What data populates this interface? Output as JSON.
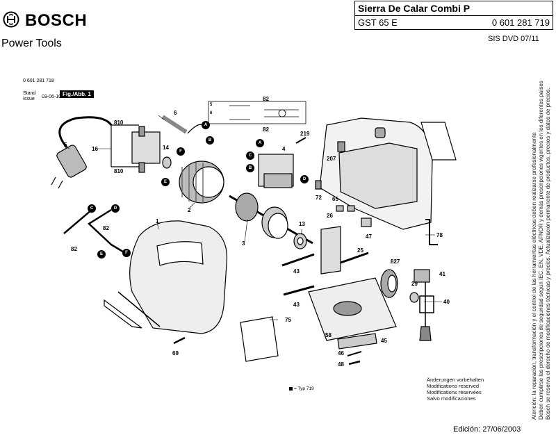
{
  "header": {
    "brand": "BOSCH",
    "brand_subtitle": "Power Tools",
    "title": "Sierra De Calar Combi P",
    "model": "GST 65 E",
    "part_number": "0 601 281 719",
    "doc_ref": "SIS DVD 07/11"
  },
  "figure": {
    "part_number_small": "0 601 281 718",
    "stand_label_1": "Stand",
    "stand_label_2": "Issue",
    "stand_date": "03-06-10",
    "fig_label": "Fig./Abb. 1"
  },
  "part_labels": {
    "p1": "1",
    "p2": "2",
    "p3": "3",
    "p4": "4",
    "p5": "5",
    "p6": "6",
    "p13": "13",
    "p14": "14",
    "p16": "16",
    "p25": "25",
    "p26": "26",
    "p29": "29",
    "p40": "40",
    "p41": "41",
    "p43a": "43",
    "p43b": "43",
    "p45": "45",
    "p46": "46",
    "p47": "47",
    "p48": "48",
    "p58": "58",
    "p65": "65",
    "p69": "69",
    "p72": "72",
    "p75": "75",
    "p78": "78",
    "p82a": "82",
    "p82b": "82",
    "p82c": "82",
    "p82d": "82",
    "p207": "207",
    "p219": "219",
    "p810a": "810",
    "p810b": "810",
    "p827": "827",
    "s5": "5",
    "s6": "6"
  },
  "bubbles": {
    "A1": "A",
    "A2": "A",
    "B1": "B",
    "B2": "B",
    "C1": "C",
    "C2": "C",
    "D1": "D",
    "D2": "D",
    "E1": "E",
    "E2": "E",
    "F1": "F",
    "F2": "F"
  },
  "legend": {
    "text": "= Typ 719"
  },
  "notes": {
    "line1": "Änderungen vorbehalten",
    "line2": "Modifications reserved",
    "line3": "Modifications réservées",
    "line4": "Salvo modificaciones"
  },
  "vertical_notes": {
    "line1": "Atención: la reparación, transformación y el control de las herramientas eléctricas deben realizarse profesionalmente",
    "line2": "Deben cumplirse las prescripciones de seguridad según IEC, EN, VDE, AFNOR y demás prescripciones vigentes en los diferentes países",
    "line3": "Bosch se reserva el derecho de modificaciones técnicas y precios. Actualización permanente de productos, precios y datos de precios."
  },
  "edition": "Edición: 27/06/2003"
}
